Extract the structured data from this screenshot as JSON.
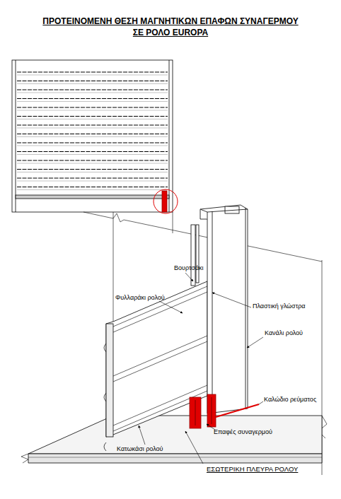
{
  "diagram": {
    "title": "ΠΡΟΤΕΙΝΟΜΕΝΗ ΘΕΣΗ ΜΑΓΝΗΤΙΚΩΝ ΕΠΑΦΩΝ ΣΥΝΑΓΕΡΜΟΥ ΣΕ ΡΟΛΟ EUROPA",
    "labels": [
      "Βουρτσάκι",
      "Φυλλαράκι ρολού",
      "Πλαστική γλώστρα",
      "Κανάλι ρολού",
      "Καλώδιο ρεύματος",
      "Επαφές συναγερμού",
      "Κατωκάσι ρολού",
      "ΕΣΩΤΕΡΙΚΗ ΠΛΕΥΡΑ ΡΟΛΟΥ"
    ]
  }
}
